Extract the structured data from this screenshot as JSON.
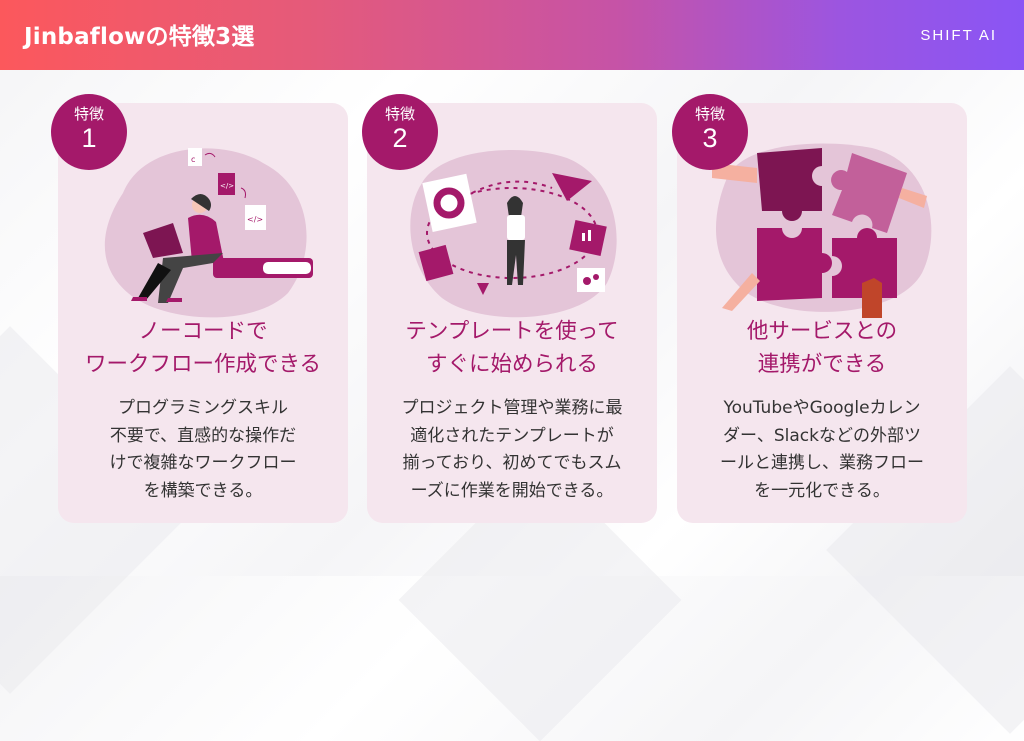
{
  "header": {
    "title": "Jinbaflowの特徴3選",
    "brand": "SHIFT AI",
    "gradient": [
      "#fc585c",
      "#c653a6",
      "#8a55f5"
    ]
  },
  "colors": {
    "accent": "#a4196a",
    "card_bg": "#f5e6ee",
    "blob": "#e4c5d8",
    "text": "#333333"
  },
  "features": [
    {
      "badge_label": "特徴",
      "badge_number": "1",
      "illustration": "woman-laptop-code-files",
      "title_line1": "ノーコードで",
      "title_line2": "ワークフロー作成できる",
      "desc_lines": [
        "プログラミングスキル",
        "不要で、直感的な操作だ",
        "けで複雑なワークフロー",
        "を構築できる。"
      ]
    },
    {
      "badge_label": "特徴",
      "badge_number": "2",
      "illustration": "woman-templates-dashboard",
      "title_line1": "テンプレートを使って",
      "title_line2": "すぐに始められる",
      "desc_lines": [
        "プロジェクト管理や業務に最",
        "適化されたテンプレートが",
        "揃っており、初めてでもスム",
        "ーズに作業を開始できる。"
      ]
    },
    {
      "badge_label": "特徴",
      "badge_number": "3",
      "illustration": "hands-puzzle-pieces",
      "title_line1": "他サービスとの",
      "title_line2": "連携ができる",
      "desc_lines": [
        "YouTubeやGoogleカレン",
        "ダー、Slackなどの外部ツ",
        "ールと連携し、業務フロー",
        "を一元化できる。"
      ]
    }
  ]
}
